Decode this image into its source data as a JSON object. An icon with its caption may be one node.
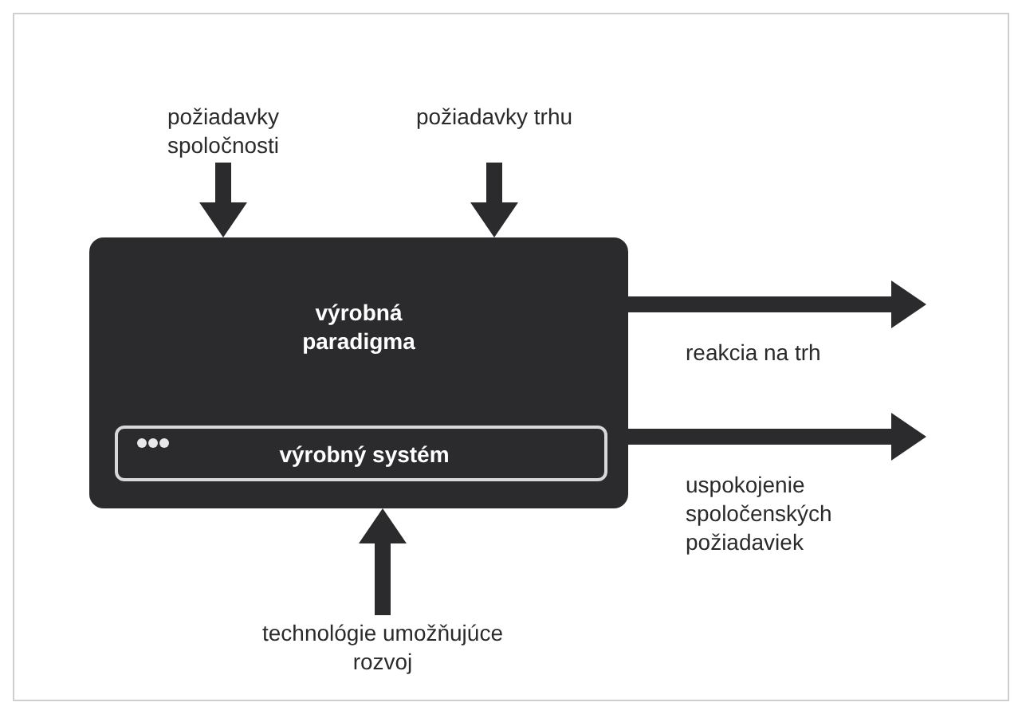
{
  "diagram": {
    "nodes": [
      {
        "text": [
          "výrobná paradigma"
        ]
      },
      {
        "text": [
          "výrobný systém"
        ],
        "in": 0
      },
      {
        "text": [
          "požiadavky spoločnosti"
        ]
      },
      {
        "text": [
          "požiadavky trhu"
        ]
      },
      {
        "text": [
          "technológie umožňujúce rozvoj"
        ]
      }
    ],
    "edges": [
      {
        "from": 2,
        "to": 0,
        "arrow": "to"
      },
      {
        "from": 3,
        "to": 0,
        "arrow": "to"
      },
      {
        "from": 4,
        "to": 0,
        "arrow": "to"
      },
      {
        "from": 0,
        "to": null,
        "arrow": "to",
        "label": "reakcia na trh"
      },
      {
        "from": 0,
        "to": null,
        "arrow": "to",
        "label": "uspokojenie spoločenských požiadaviek"
      }
    ]
  }
}
